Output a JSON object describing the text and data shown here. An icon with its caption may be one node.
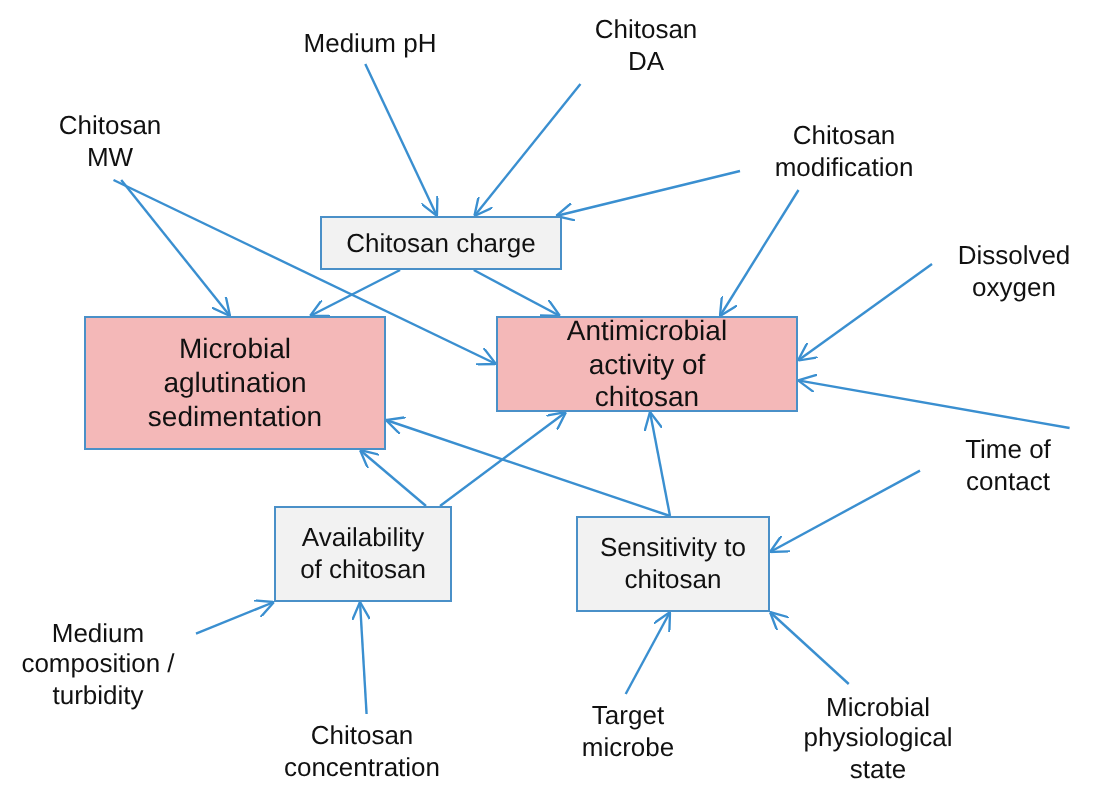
{
  "diagram": {
    "nodes": [
      {
        "text": [
          "Medium pH"
        ]
      },
      {
        "text": [
          "Chitosan DA"
        ]
      },
      {
        "text": [
          "Chitosan MW"
        ]
      },
      {
        "text": [
          "Chitosan modification"
        ]
      },
      {
        "text": [
          "Chitosan charge"
        ]
      },
      {
        "text": [
          "Dissolved oxygen"
        ]
      },
      {
        "text": [
          "Microbial aglutination sedimentation"
        ]
      },
      {
        "text": [
          "Antimicrobial activity of chitosan"
        ]
      },
      {
        "text": [
          "Time of contact"
        ]
      },
      {
        "text": [
          "Availability of chitosan"
        ]
      },
      {
        "text": [
          "Sensitivity to chitosan"
        ]
      },
      {
        "text": [
          "Medium composition / turbidity"
        ]
      },
      {
        "text": [
          "Chitosan concentration"
        ]
      },
      {
        "text": [
          "Target microbe"
        ]
      },
      {
        "text": [
          "Microbial physiological state"
        ]
      }
    ],
    "edges": [
      {
        "from": 0,
        "to": 4,
        "arrow": "to"
      },
      {
        "from": 1,
        "to": 4,
        "arrow": "to"
      },
      {
        "from": 3,
        "to": 4,
        "arrow": "to"
      },
      {
        "from": 2,
        "to": 6,
        "arrow": "to"
      },
      {
        "from": 2,
        "to": 7,
        "arrow": "to"
      },
      {
        "from": 4,
        "to": 6,
        "arrow": "to"
      },
      {
        "from": 4,
        "to": 7,
        "arrow": "to"
      },
      {
        "from": 3,
        "to": 7,
        "arrow": "to"
      },
      {
        "from": 5,
        "to": 7,
        "arrow": "to"
      },
      {
        "from": 8,
        "to": 7,
        "arrow": "to"
      },
      {
        "from": 8,
        "to": 10,
        "arrow": "to"
      },
      {
        "from": 9,
        "to": 6,
        "arrow": "to"
      },
      {
        "from": 9,
        "to": 7,
        "arrow": "to"
      },
      {
        "from": 10,
        "to": 6,
        "arrow": "to"
      },
      {
        "from": 10,
        "to": 7,
        "arrow": "to"
      },
      {
        "from": 11,
        "to": 9,
        "arrow": "to"
      },
      {
        "from": 12,
        "to": 9,
        "arrow": "to"
      },
      {
        "from": 13,
        "to": 10,
        "arrow": "to"
      },
      {
        "from": 14,
        "to": 10,
        "arrow": "to"
      }
    ]
  }
}
